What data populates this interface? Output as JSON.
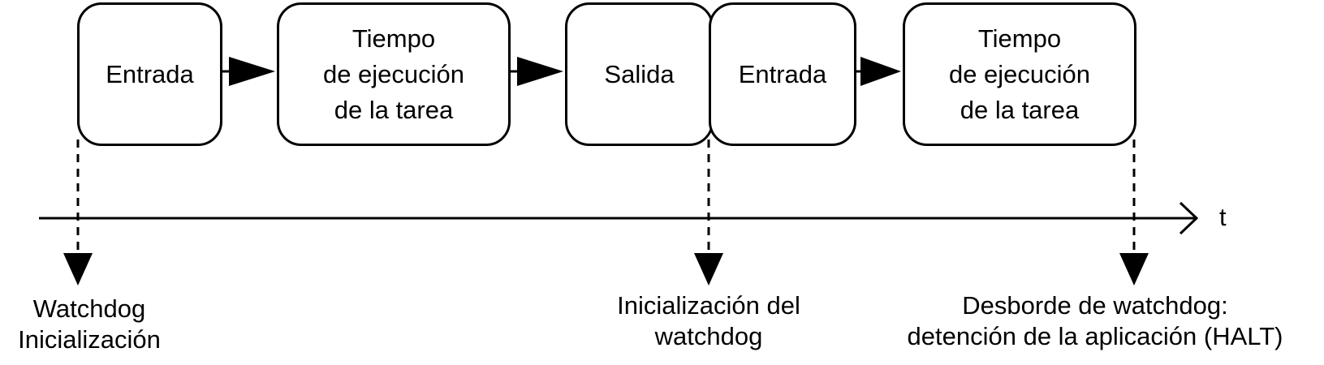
{
  "boxes": [
    {
      "text": "Entrada"
    },
    {
      "text": "Tiempo\nde ejecución\nde la tarea"
    },
    {
      "text": "Salida"
    },
    {
      "text": "Entrada"
    },
    {
      "text": "Tiempo\nde ejecución\nde la tarea"
    }
  ],
  "time_axis": {
    "label": "t"
  },
  "events": [
    {
      "text": "Watchdog\nInicialización"
    },
    {
      "text": "Inicialización del\nwatchdog"
    },
    {
      "text": "Desborde de watchdog:\ndetención de la aplicación (HALT)"
    }
  ],
  "colors": {
    "stroke": "#000000",
    "background": "#ffffff"
  }
}
